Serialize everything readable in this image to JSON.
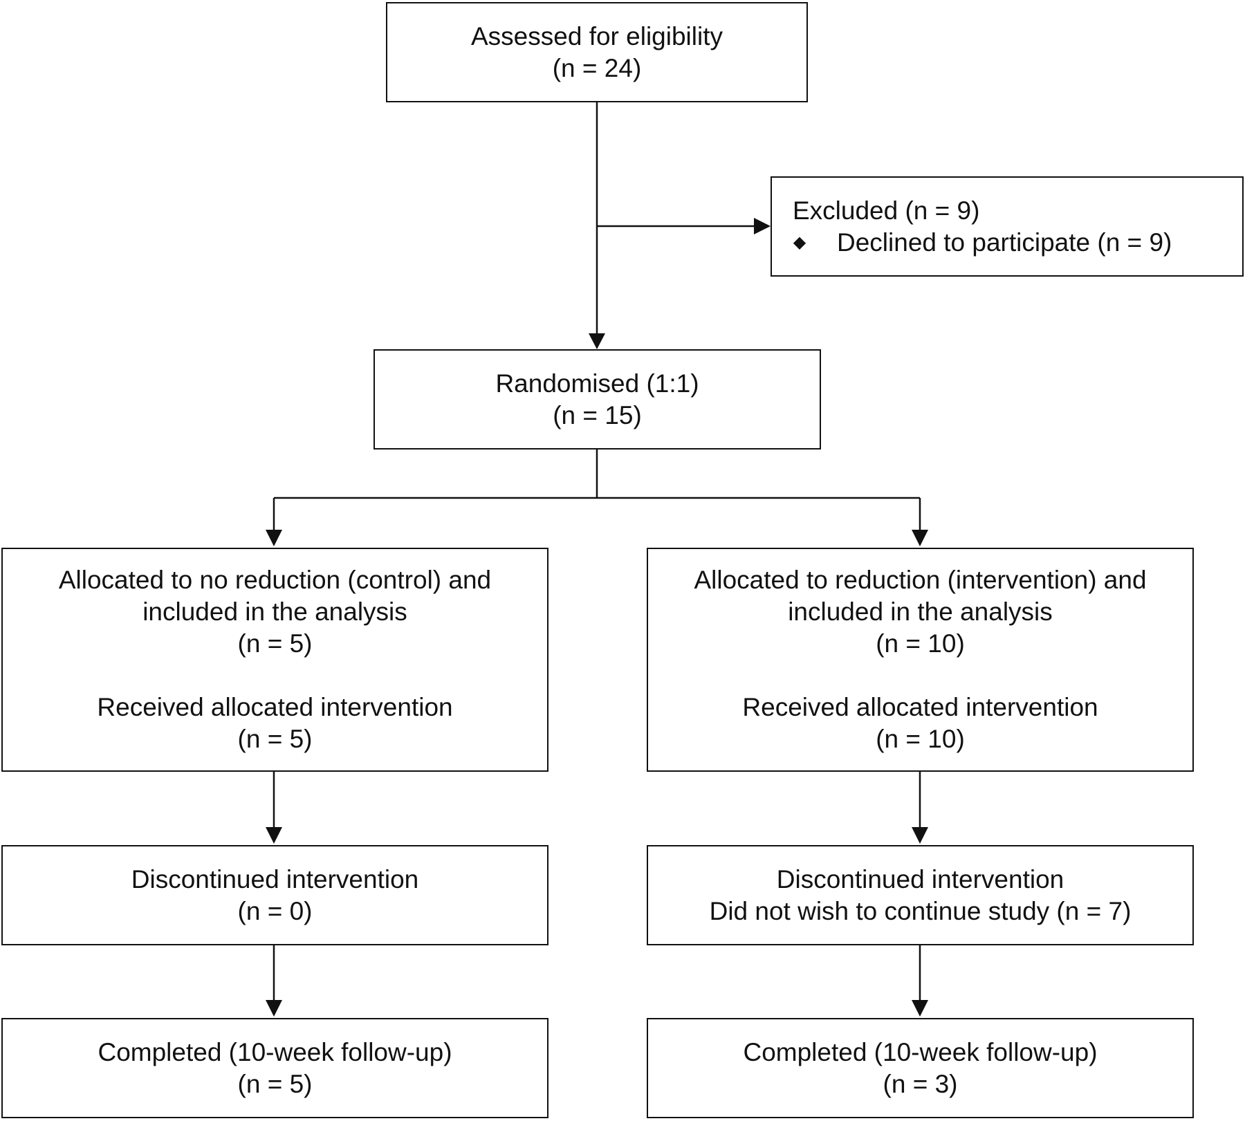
{
  "assessed": {
    "title": "Assessed for eligibility",
    "count": "(n = 24)"
  },
  "excluded": {
    "title": "Excluded (n = 9)",
    "bullet_icon": "diamond-bullet-icon",
    "reason": "Declined to participate (n = 9)"
  },
  "randomised": {
    "title": "Randomised (1:1)",
    "count": "(n = 15)"
  },
  "control": {
    "allocated_line1": "Allocated to no reduction (control) and",
    "allocated_line2": "included in the analysis",
    "allocated_count": "(n = 5)",
    "received": "Received allocated intervention",
    "received_count": "(n = 5)",
    "discontinued": "Discontinued intervention",
    "discontinued_count": "(n = 0)",
    "completed": "Completed (10-week follow-up)",
    "completed_count": "(n = 5)"
  },
  "intervention": {
    "allocated_line1": "Allocated to reduction (intervention) and",
    "allocated_line2": "included in the analysis",
    "allocated_count": "(n = 10)",
    "received": "Received allocated intervention",
    "received_count": "(n = 10)",
    "discontinued": "Discontinued intervention",
    "discontinued_reason": "Did not wish to continue study (n = 7)",
    "completed": "Completed (10-week follow-up)",
    "completed_count": "(n = 3)"
  },
  "line_color": "#111111"
}
